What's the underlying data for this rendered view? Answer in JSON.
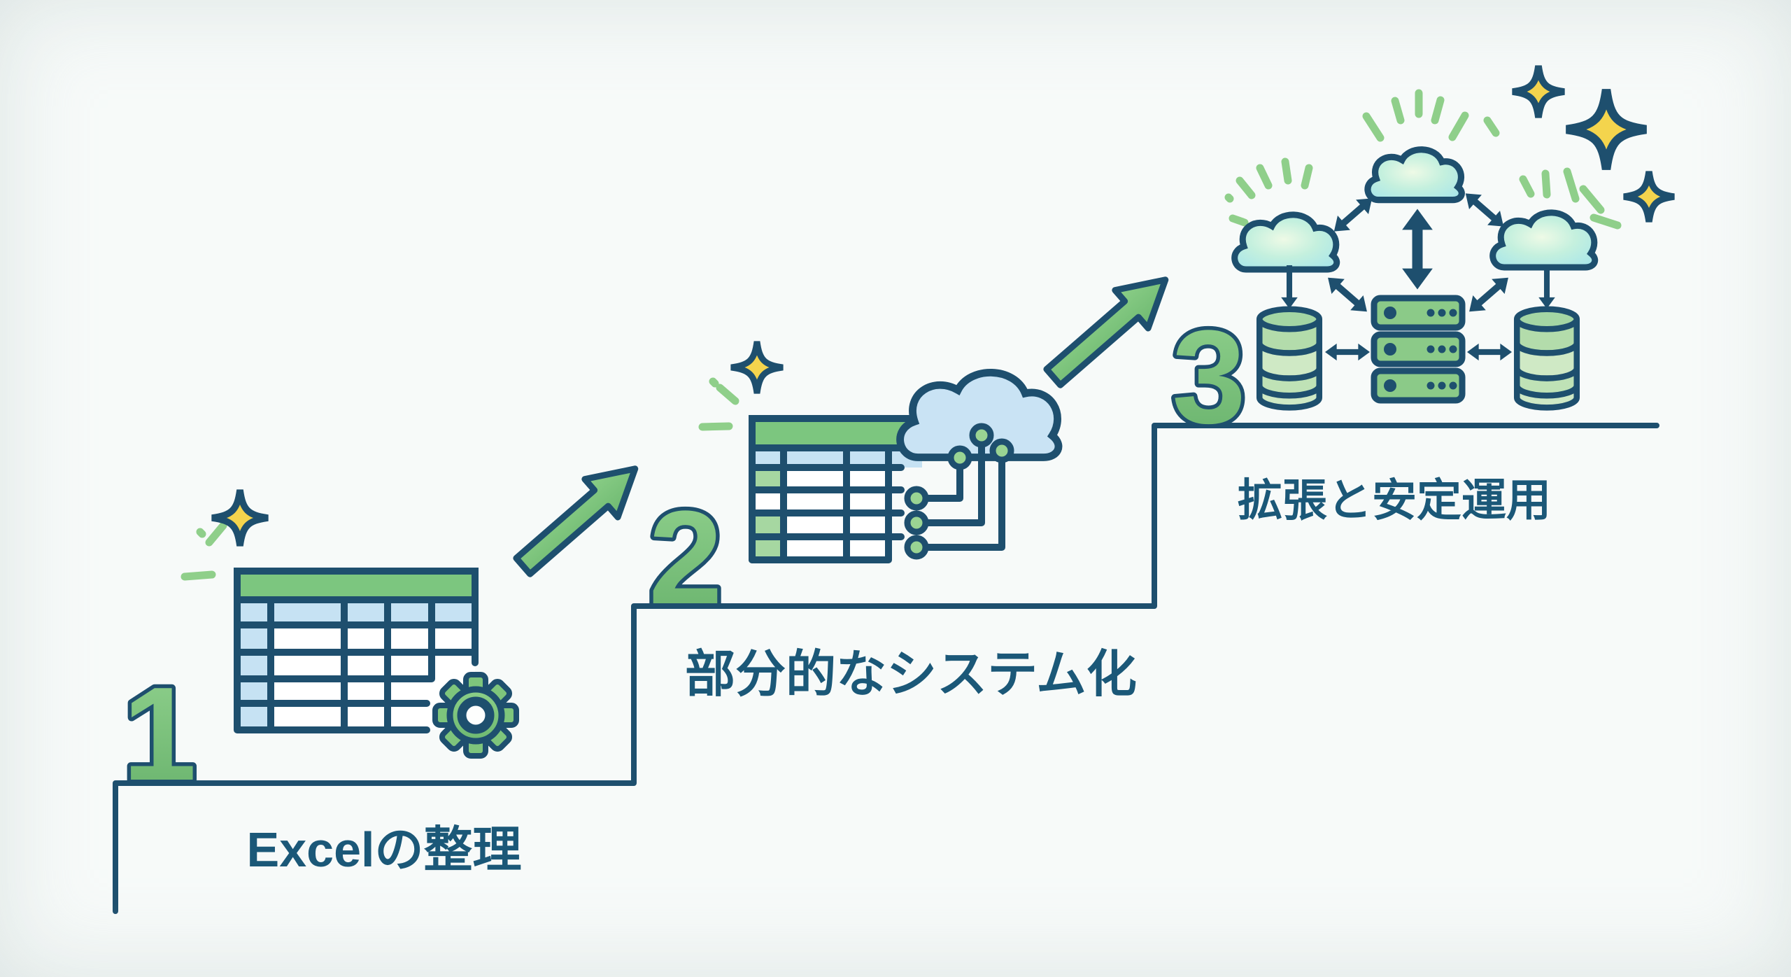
{
  "background": "#f7faf9",
  "colors": {
    "outline_dark": "#1e4f6e",
    "icon_green": "#7ec57c",
    "cell_green": "#a6d7a1",
    "cell_blue": "#c6e2f3",
    "cloud_blue": "#c9e3f4",
    "cloud_cyan": "#a2e4ec",
    "spark_yellow": "#f4d44d",
    "ray_green": "#8fcf8a",
    "label_text": "#1b5878"
  },
  "steps": [
    {
      "number": "1",
      "label": "Excelの整理",
      "icons": [
        "spreadsheet-table-icon",
        "gear-icon",
        "sparkle-icon"
      ]
    },
    {
      "number": "2",
      "label": "部分的なシステム化",
      "icons": [
        "spreadsheet-table-icon",
        "cloud-upload-circuit-icon",
        "sparkle-icon",
        "growth-arrow-icon"
      ]
    },
    {
      "number": "3",
      "label": "拡張と安定運用",
      "icons": [
        "cloud-network-icon",
        "server-stack-icon",
        "database-cylinder-icon",
        "sync-arrow-icon",
        "sparkle-icon",
        "growth-arrow-icon"
      ]
    }
  ]
}
